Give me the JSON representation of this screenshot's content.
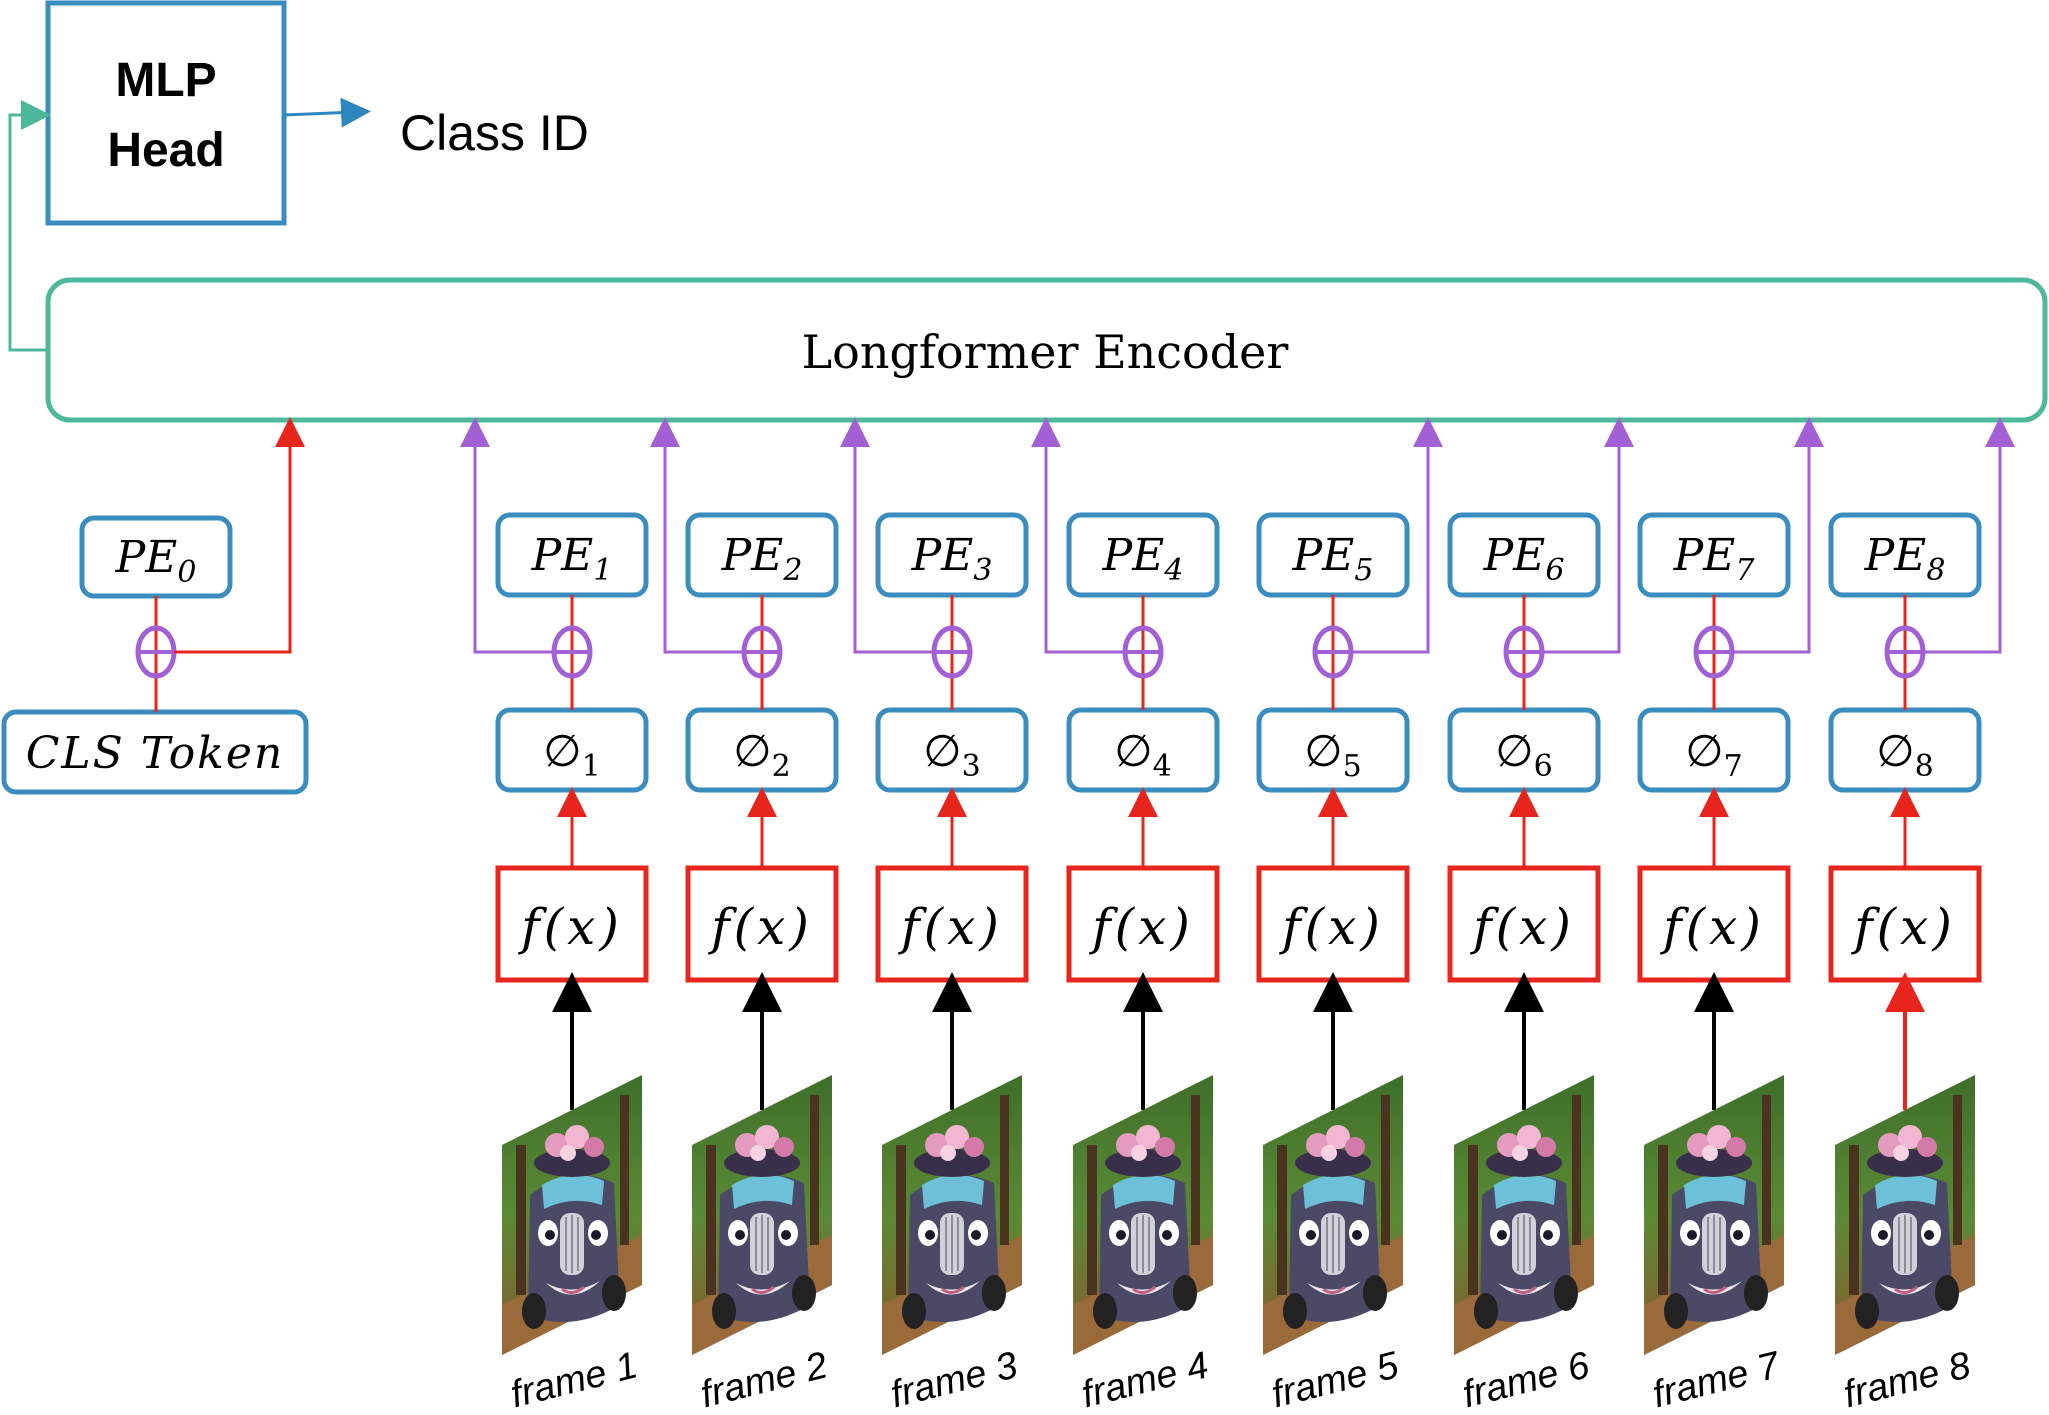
{
  "mlp_head": {
    "line1": "MLP",
    "line2": "Head"
  },
  "class_id": "Class ID",
  "encoder": "Longformer Encoder",
  "cls_token": "CLS Token",
  "pe0": {
    "base": "PE",
    "sub": "0"
  },
  "columns": [
    {
      "pe_base": "PE",
      "pe_sub": "1",
      "phi_base": "∅",
      "phi_sub": "1",
      "fx": "f(x)",
      "frame": "frame 1"
    },
    {
      "pe_base": "PE",
      "pe_sub": "2",
      "phi_base": "∅",
      "phi_sub": "2",
      "fx": "f(x)",
      "frame": "frame 2"
    },
    {
      "pe_base": "PE",
      "pe_sub": "3",
      "phi_base": "∅",
      "phi_sub": "3",
      "fx": "f(x)",
      "frame": "frame 3"
    },
    {
      "pe_base": "PE",
      "pe_sub": "4",
      "phi_base": "∅",
      "phi_sub": "4",
      "fx": "f(x)",
      "frame": "frame 4"
    },
    {
      "pe_base": "PE",
      "pe_sub": "5",
      "phi_base": "∅",
      "phi_sub": "5",
      "fx": "f(x)",
      "frame": "frame 5"
    },
    {
      "pe_base": "PE",
      "pe_sub": "6",
      "phi_base": "∅",
      "phi_sub": "6",
      "fx": "f(x)",
      "frame": "frame 6"
    },
    {
      "pe_base": "PE",
      "pe_sub": "7",
      "phi_base": "∅",
      "phi_sub": "7",
      "fx": "f(x)",
      "frame": "frame 7"
    },
    {
      "pe_base": "PE",
      "pe_sub": "8",
      "phi_base": "∅",
      "phi_sub": "8",
      "fx": "f(x)",
      "frame": "frame 8"
    }
  ],
  "colors": {
    "blue_box": "#3A8DBE",
    "green_encoder": "#4DB89A",
    "red": "#E8251C",
    "purple": "#A35FD4",
    "arrow_blue": "#2E86C1"
  }
}
